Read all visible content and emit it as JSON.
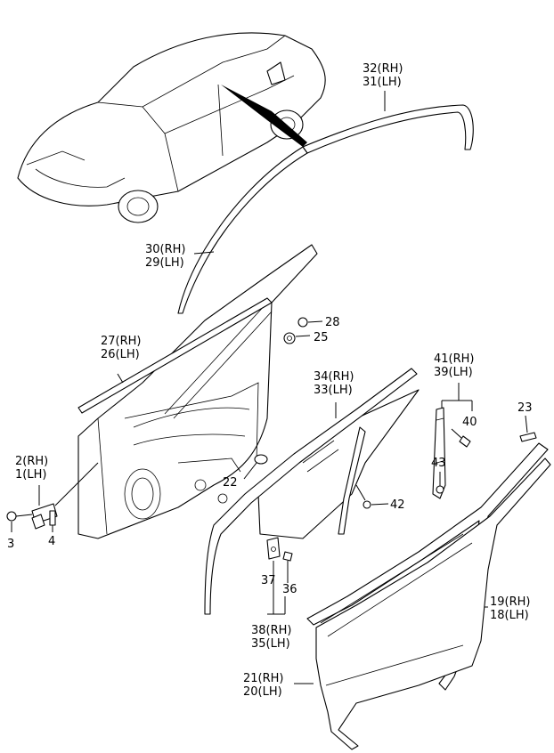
{
  "labels": {
    "p32_31": [
      "32(RH)",
      "31(LH)"
    ],
    "p30_29": [
      "30(RH)",
      "29(LH)"
    ],
    "p28": "28",
    "p25": "25",
    "p27_26": [
      "27(RH)",
      "26(LH)"
    ],
    "p34_33": [
      "34(RH)",
      "33(LH)"
    ],
    "p41_39": [
      "41(RH)",
      "39(LH)"
    ],
    "p40": "40",
    "p23": "23",
    "p43": "43",
    "p2_1": [
      "2(RH)",
      "1(LH)"
    ],
    "p22": "22",
    "p42": "42",
    "p3": "3",
    "p4": "4",
    "p37": "37",
    "p36": "36",
    "p19_18": [
      "19(RH)",
      "18(LH)"
    ],
    "p38_35": [
      "38(RH)",
      "35(LH)"
    ],
    "p21_20": [
      "21(RH)",
      "20(LH)"
    ]
  }
}
